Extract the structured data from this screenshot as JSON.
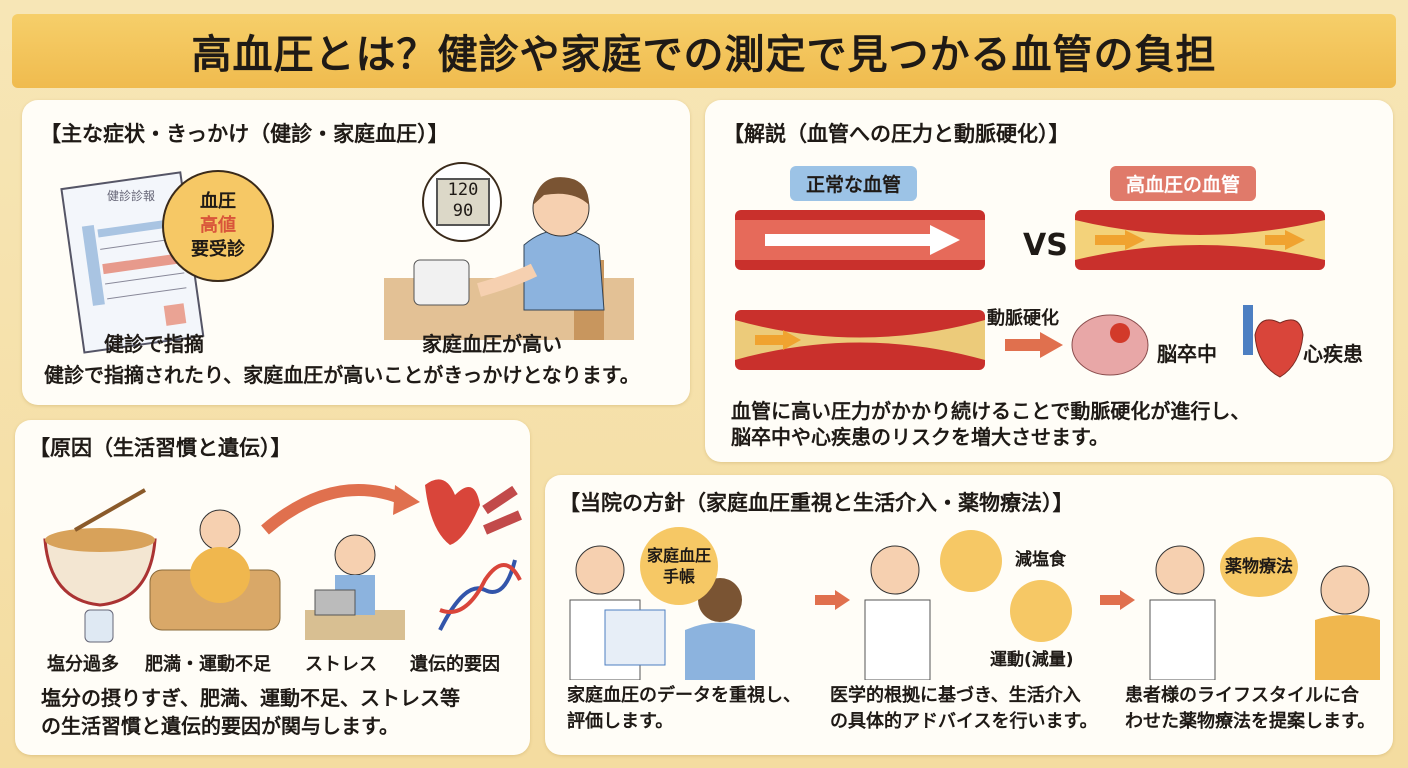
{
  "title": "高血圧とは？健診や家庭での測定で見つかる血管の負担",
  "symptoms": {
    "heading": "【主な症状・きっかけ（健診・家庭血圧）】",
    "report_title": "健診診報",
    "bubble": {
      "line1": "血圧",
      "line2": "高値",
      "line3": "要受診"
    },
    "monitor": {
      "systolic": "120",
      "diastolic": "90"
    },
    "label_checkup": "健診で指摘",
    "label_home": "家庭血圧が高い",
    "description": "健診で指摘されたり、家庭血圧が高いことがきっかけとなります。"
  },
  "explanation": {
    "heading": "【解説（血管への圧力と動脈硬化）】",
    "normal_label": "正常な血管",
    "hypertension_label": "高血圧の血管",
    "vs": "VS",
    "arteriosclerosis": "動脈硬化",
    "stroke": "脳卒中",
    "heart_disease": "心疾患",
    "description": [
      "血管に高い圧力がかかり続けることで動脈硬化が進行し、",
      "脳卒中や心疾患のリスクを増大させます。"
    ]
  },
  "causes": {
    "heading": "【原因（生活習慣と遺伝）】",
    "items": [
      "塩分過多",
      "肥満・運動不足",
      "ストレス",
      "遺伝的要因"
    ],
    "description": [
      "塩分の摂りすぎ、肥満、運動不足、ストレス等",
      "の生活習慣と遺伝的要因が関与します。"
    ]
  },
  "policy": {
    "heading": "【当院の方針（家庭血圧重視と生活介入・薬物療法）】",
    "bubble1": [
      "家庭血圧",
      "手帳"
    ],
    "low_salt": "減塩食",
    "exercise": "運動(減量)",
    "bubble3": "薬物療法",
    "steps": [
      [
        "家庭血圧のデータを重視し、",
        "評価します。"
      ],
      [
        "医学的根拠に基づき、生活介入",
        "の具体的アドバイスを行います。"
      ],
      [
        "患者様のライフスタイルに合",
        "わせた薬物療法を提案します。"
      ]
    ]
  },
  "colors": {
    "title_bg": "#f2c35a",
    "accent_red": "#d9553a",
    "bubble": "#f6c865",
    "normal_tag": "#7fb3de",
    "htn_tag": "#d9695a"
  }
}
